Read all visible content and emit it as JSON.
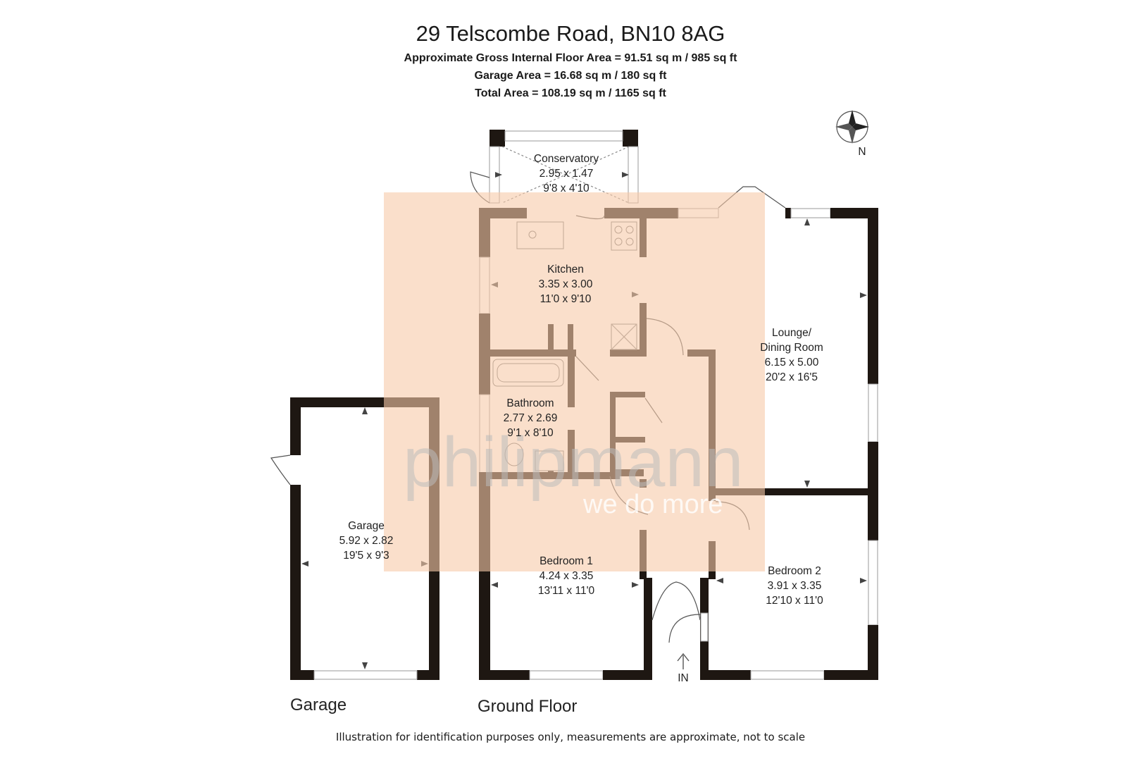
{
  "header": {
    "title": "29 Telscombe Road, BN10 8AG",
    "line1": "Approximate Gross Internal Floor Area = 91.51 sq m / 985 sq ft",
    "line2": "Garage Area = 16.68 sq m / 180 sq ft",
    "line3": "Total Area = 108.19 sq m / 1165 sq ft"
  },
  "compass": {
    "label": "N",
    "icon": "compass-rose-icon"
  },
  "rooms": {
    "conservatory": {
      "name": "Conservatory",
      "metric": "2.95 x 1.47",
      "imperial": "9'8 x 4'10"
    },
    "kitchen": {
      "name": "Kitchen",
      "metric": "3.35 x 3.00",
      "imperial": "11'0 x 9'10"
    },
    "lounge": {
      "name1": "Lounge/",
      "name2": "Dining Room",
      "metric": "6.15 x 5.00",
      "imperial": "20'2 x 16'5"
    },
    "bathroom": {
      "name": "Bathroom",
      "metric": "2.77 x 2.69",
      "imperial": "9'1 x 8'10"
    },
    "garage": {
      "name": "Garage",
      "metric": "5.92 x 2.82",
      "imperial": "19'5 x 9'3"
    },
    "bedroom1": {
      "name": "Bedroom 1",
      "metric": "4.24 x 3.35",
      "imperial": "13'11 x 11'0"
    },
    "bedroom2": {
      "name": "Bedroom 2",
      "metric": "3.91 x 3.35",
      "imperial": "12'10 x 11'0"
    }
  },
  "entrance": {
    "label": "IN"
  },
  "floors": {
    "garage": "Garage",
    "ground": "Ground Floor"
  },
  "watermark": {
    "brand": "philipmann",
    "tagline": "we do more",
    "color": "#f7c9a8"
  },
  "disclaimer": "Illustration for identification purposes only, measurements are approximate, not to scale"
}
